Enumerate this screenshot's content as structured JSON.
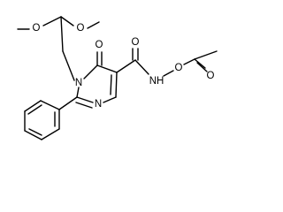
{
  "colors": {
    "background": "#ffffff",
    "bond": "#000000",
    "label": "#000000"
  },
  "atoms": {
    "ome_left_o": "O",
    "ome_right_o": "O",
    "ring_n1": "N",
    "ring_n3": "N",
    "ketone_o": "O",
    "amide_o": "O",
    "amide_nh": "NH",
    "hydroxamate_o": "O",
    "acetyl_o": "O"
  }
}
